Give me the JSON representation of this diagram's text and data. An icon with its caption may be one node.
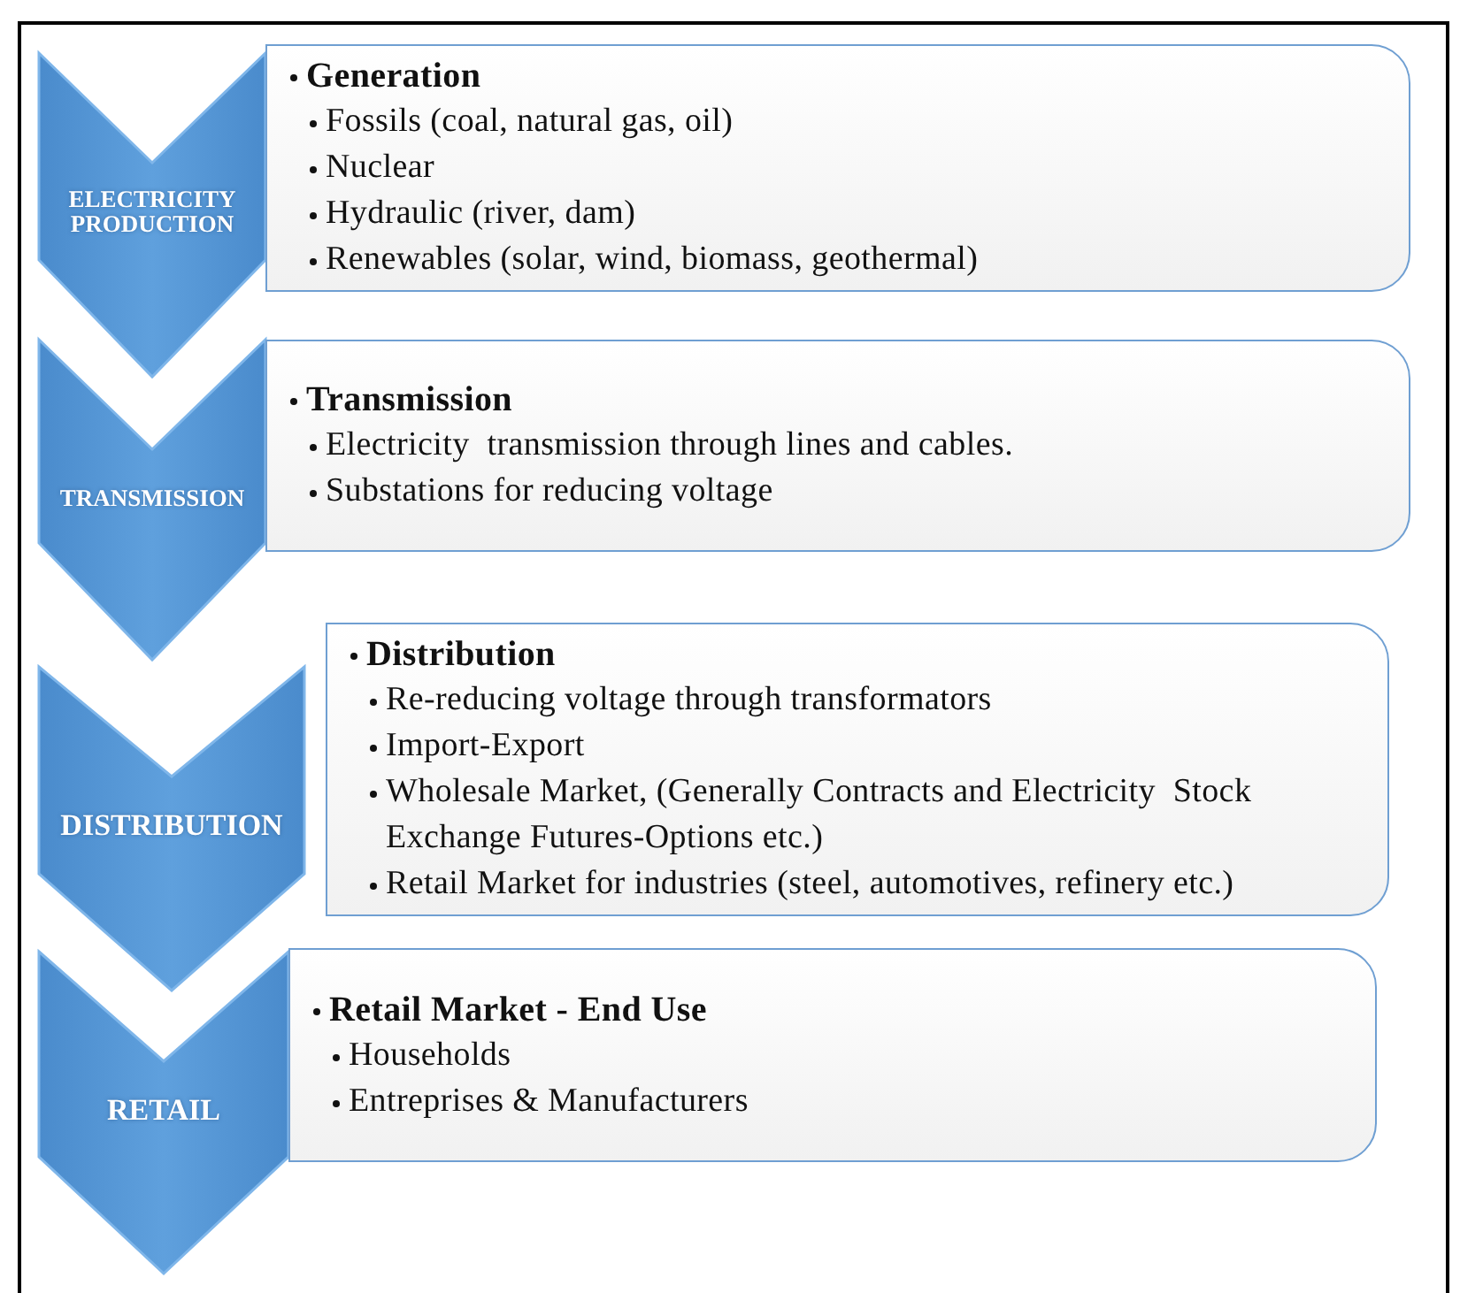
{
  "diagram": {
    "nodes": [
      {
        "text": [
          "ELECTRICITY PRODUCTION"
        ]
      },
      {
        "text": [
          "Generation",
          "Fossils (coal, natural gas, oil)",
          "Nuclear",
          "Hydraulic (river, dam)",
          "Renewables (solar, wind, biomass, geothermal)"
        ]
      },
      {
        "text": [
          "TRANSMISSION"
        ]
      },
      {
        "text": [
          "Transmission",
          "Electricity  transmission through lines and cables.",
          "Substations for reducing voltage"
        ]
      },
      {
        "text": [
          "DISTRIBUTION"
        ]
      },
      {
        "text": [
          "Distribution",
          "Re-reducing voltage through transformators",
          "Import-Export",
          "Wholesale Market, (Generally Contracts and Electricity  Stock Exchange Futures-Options etc.)",
          "Retail Market for industries (steel, automotives, refinery etc.)"
        ]
      },
      {
        "text": [
          "RETAIL"
        ]
      },
      {
        "text": [
          "Retail Market - End Use",
          "Households",
          "Entreprises & Manufacturers"
        ]
      }
    ]
  }
}
